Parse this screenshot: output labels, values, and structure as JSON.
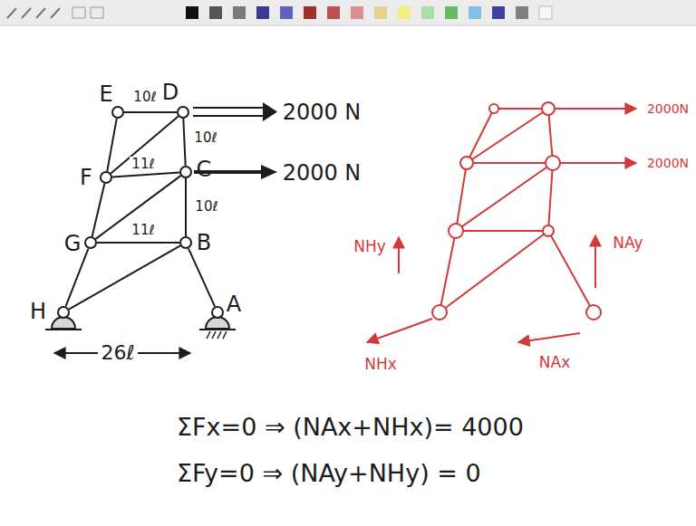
{
  "diagram": {
    "nodes": [
      {
        "text": [
          "E"
        ]
      },
      {
        "text": [
          "D"
        ]
      },
      {
        "text": [
          "F"
        ]
      },
      {
        "text": [
          "C"
        ]
      },
      {
        "text": [
          "G"
        ]
      },
      {
        "text": [
          "B"
        ]
      },
      {
        "text": [
          "H"
        ]
      },
      {
        "text": [
          "A"
        ]
      }
    ],
    "edges": [
      {
        "from": 0,
        "to": 1,
        "label": "10ℓ",
        "arrow": "none"
      },
      {
        "from": 1,
        "to": 3,
        "label": "10ℓ",
        "arrow": "none"
      },
      {
        "from": 0,
        "to": 2,
        "arrow": "none"
      },
      {
        "from": 2,
        "to": 1,
        "arrow": "none"
      },
      {
        "from": 2,
        "to": 3,
        "label": "11ℓ",
        "arrow": "none"
      },
      {
        "from": 3,
        "to": 5,
        "label": "10ℓ",
        "arrow": "none"
      },
      {
        "from": 2,
        "to": 4,
        "arrow": "none"
      },
      {
        "from": 4,
        "to": 3,
        "arrow": "none"
      },
      {
        "from": 4,
        "to": 5,
        "label": "11ℓ",
        "arrow": "none"
      },
      {
        "from": 4,
        "to": 6,
        "arrow": "none"
      },
      {
        "from": 6,
        "to": 5,
        "arrow": "none"
      },
      {
        "from": 5,
        "to": 7,
        "arrow": "none"
      }
    ],
    "labels": [
      "2000 N",
      "2000 N",
      "26ℓ",
      "2000N",
      "2000N",
      "NHy",
      "NAy",
      "NHx",
      "NAx",
      "ΣFx=0 ⇒ (NAx+NHx)= 4000",
      "ΣFy=0 ⇒ (NAy+NHy) = 0"
    ]
  }
}
